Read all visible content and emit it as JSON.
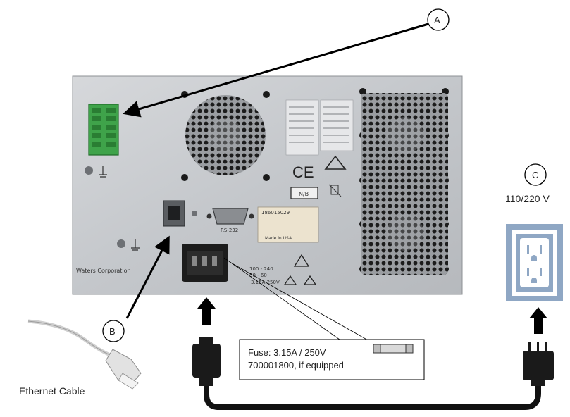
{
  "callouts": {
    "a": "A",
    "b": "B",
    "c": "C"
  },
  "voltage_label": "110/220 V",
  "fuse": {
    "line1": "Fuse: 3.15A / 250V",
    "line2": "700001800, if equipped"
  },
  "ethernet_label": "Ethernet Cable",
  "panel": {
    "rs232": "RS-232",
    "company": "Waters Corporation",
    "serial_number": "186015029",
    "made_in": "Made in USA",
    "voltage_range": "100 - 240",
    "freq": "50 - 60",
    "fuse_rating": "3.15A 250V",
    "ce_mark": "CE",
    "nvb": "N/B"
  },
  "colors": {
    "panel": "#c9ccd0",
    "connector_green": "#3fa34a",
    "outlet_frame": "#8fa7c4",
    "cable": "#111111"
  },
  "icons": [
    "terminal-block-icon",
    "ethernet-port-icon",
    "rs232-port-icon",
    "power-inlet-icon",
    "outlet-icon",
    "plug-icon",
    "fan-grille-icon",
    "ethernet-cable-icon",
    "fuse-icon"
  ]
}
